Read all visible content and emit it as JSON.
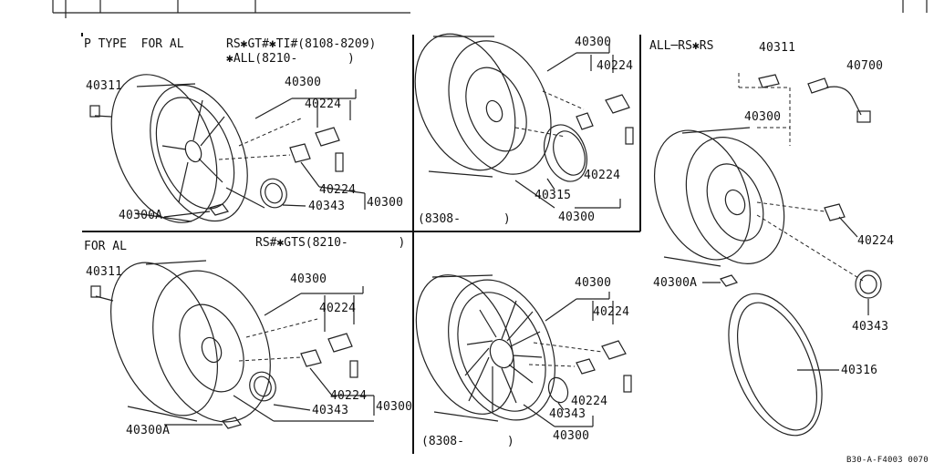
{
  "panels": {
    "top_left": {
      "header_left": "P TYPE  FOR AL",
      "header_right": "RS✱GT#✱TI#(8108-8209)",
      "header_right2": "✱ALL(8210-       )",
      "labels": [
        "40311",
        "40300",
        "40224",
        "40224",
        "40343",
        "40300",
        "40300A"
      ]
    },
    "top_middle": {
      "labels": [
        "40300",
        "40224",
        "40224",
        "40315",
        "40300"
      ],
      "footnote": "(8308-      )"
    },
    "right": {
      "header": "ALL─RS✱RS",
      "labels": [
        "40311",
        "40700",
        "40300",
        "40224",
        "40300A",
        "40343",
        "40316"
      ],
      "code": "B30-A-F4003 0070"
    },
    "bottom_left": {
      "header_left": "FOR AL",
      "header_right": "RS#✱GTS(8210-       )",
      "labels": [
        "40311",
        "40300",
        "40224",
        "40224",
        "40343",
        "40300",
        "40300A"
      ]
    },
    "bottom_middle": {
      "labels": [
        "40300",
        "40224",
        "40224",
        "40343",
        "40300"
      ],
      "footnote": "(8308-      )"
    }
  }
}
